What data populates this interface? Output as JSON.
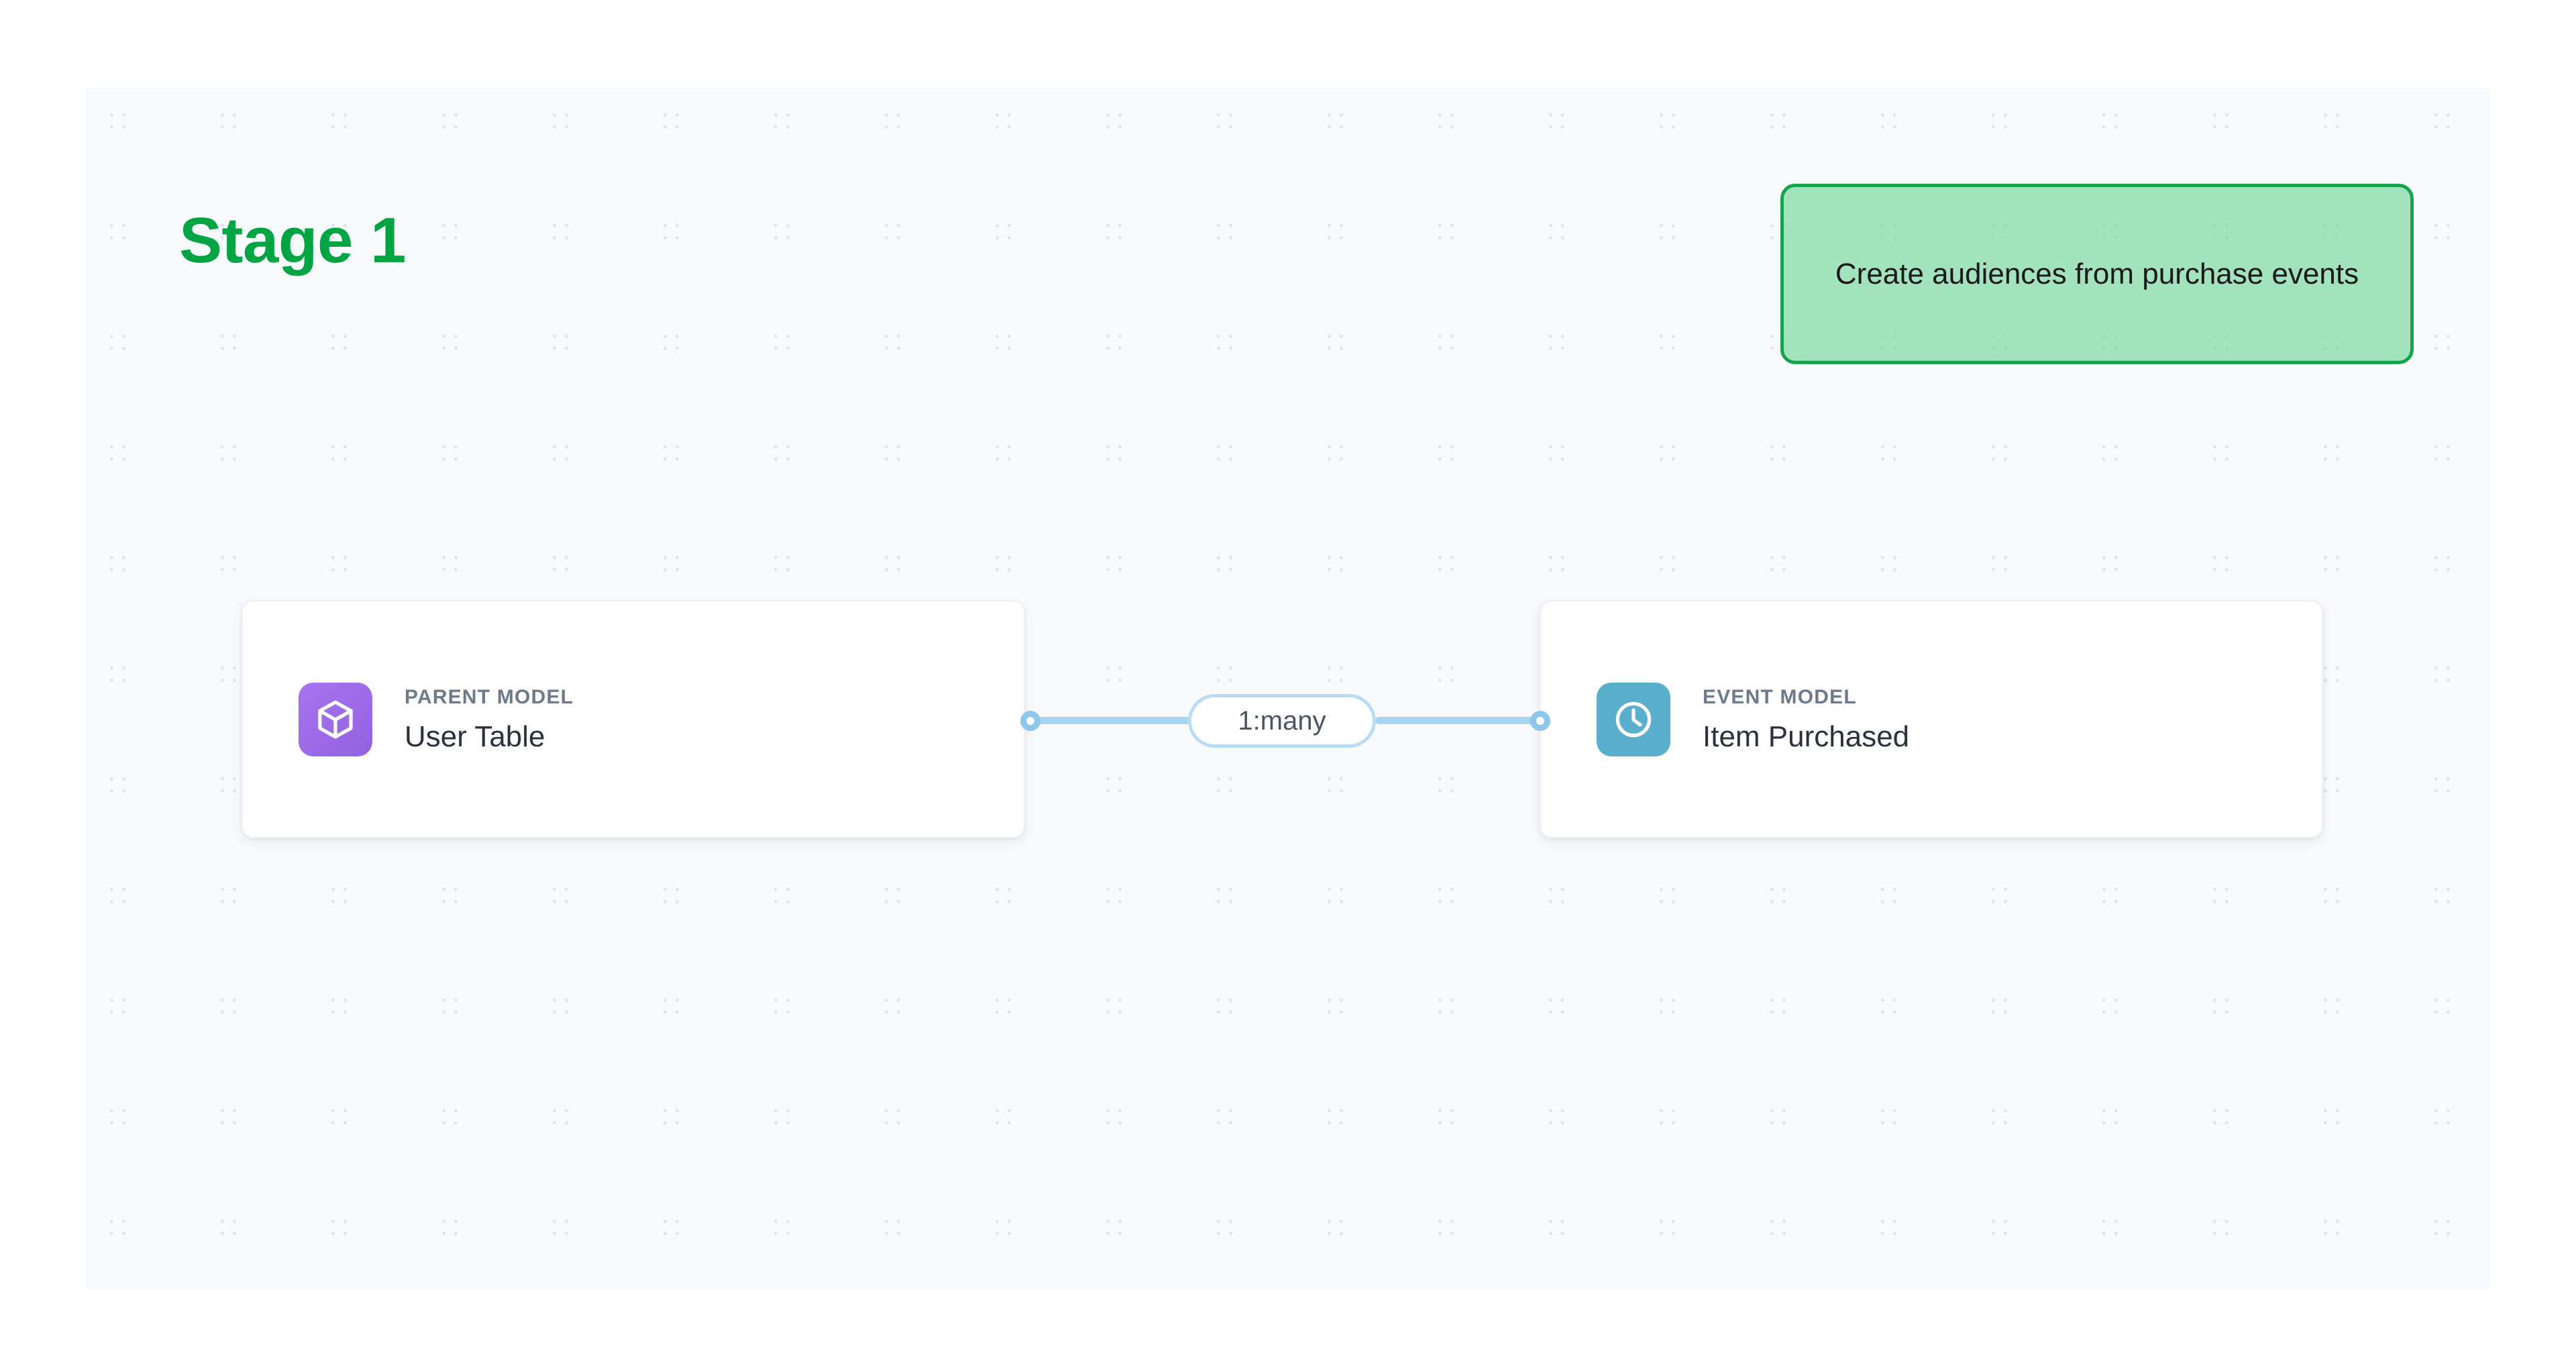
{
  "stage": {
    "title": "Stage 1",
    "title_color": "#00a543"
  },
  "annotation": {
    "text": "Create audiences from purchase events",
    "border_color": "#16a34a",
    "fill_color": "#6ed496"
  },
  "canvas": {
    "background_color": "#f8fafc",
    "dot_color": "#e2e5ea"
  },
  "nodes": [
    {
      "id": "parent-model",
      "kicker": "PARENT MODEL",
      "title": "User Table",
      "icon": "cube-icon",
      "icon_color": "#9d6ae8"
    },
    {
      "id": "event-model",
      "kicker": "EVENT MODEL",
      "title": "Item Purchased",
      "icon": "clock-icon",
      "icon_color": "#5aafcd"
    }
  ],
  "edge": {
    "label": "1:many",
    "line_color": "#a8d5f2",
    "dot_color": "#8dc8ea",
    "source": "parent-model",
    "target": "event-model"
  }
}
